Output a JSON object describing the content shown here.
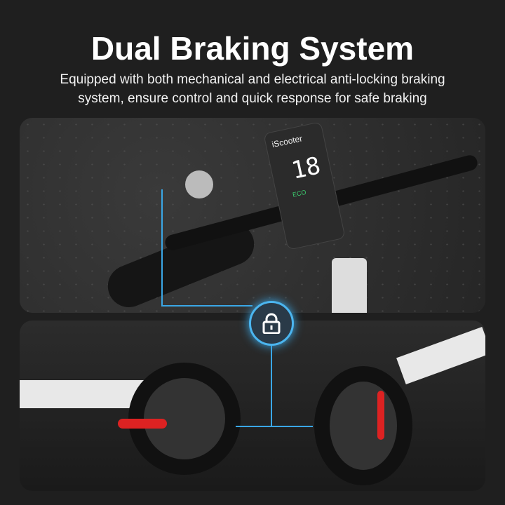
{
  "title": "Dual Braking System",
  "subtitle_line1": "Equipped with both mechanical and electrical anti-locking braking",
  "subtitle_line2": "system, ensure control and quick response for safe braking",
  "display": {
    "brand": "iScooter",
    "speed": "18",
    "mode": "ECO"
  },
  "colors": {
    "accent": "#3aa7e6",
    "background": "#1f1f1f"
  }
}
